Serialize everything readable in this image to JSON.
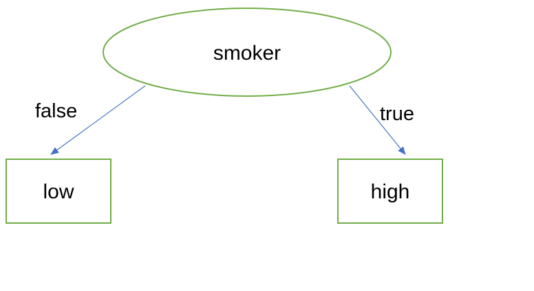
{
  "colors": {
    "node_stroke": "#70AD47",
    "node_fill": "#FFFFFF",
    "edge_stroke": "#4472C4",
    "text": "#000000"
  },
  "nodes": {
    "root": {
      "label": "smoker",
      "shape": "ellipse"
    },
    "left_leaf": {
      "label": "low",
      "shape": "rectangle"
    },
    "right_leaf": {
      "label": "high",
      "shape": "rectangle"
    }
  },
  "edges": {
    "left": {
      "label": "false",
      "from": "smoker",
      "to": "low"
    },
    "right": {
      "label": "true",
      "from": "smoker",
      "to": "high"
    }
  }
}
